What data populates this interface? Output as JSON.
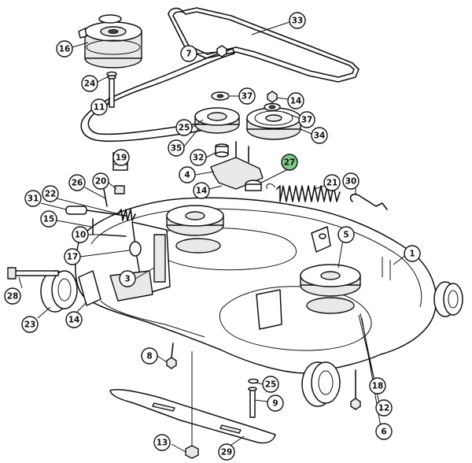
{
  "diagram": {
    "highlight_color": "#7dc98a",
    "callouts": [
      {
        "id": "c33",
        "label": "33",
        "highlight": false
      },
      {
        "id": "c16",
        "label": "16",
        "highlight": false
      },
      {
        "id": "c7",
        "label": "7",
        "highlight": false
      },
      {
        "id": "c24",
        "label": "24",
        "highlight": false
      },
      {
        "id": "c11",
        "label": "11",
        "highlight": false
      },
      {
        "id": "c37a",
        "label": "37",
        "highlight": false
      },
      {
        "id": "c14a",
        "label": "14",
        "highlight": false
      },
      {
        "id": "c37b",
        "label": "37",
        "highlight": false
      },
      {
        "id": "c25a",
        "label": "25",
        "highlight": false
      },
      {
        "id": "c35",
        "label": "35",
        "highlight": false
      },
      {
        "id": "c34",
        "label": "34",
        "highlight": false
      },
      {
        "id": "c19",
        "label": "19",
        "highlight": false
      },
      {
        "id": "c32",
        "label": "32",
        "highlight": false
      },
      {
        "id": "c27",
        "label": "27",
        "highlight": true
      },
      {
        "id": "c4",
        "label": "4",
        "highlight": false
      },
      {
        "id": "c26",
        "label": "26",
        "highlight": false
      },
      {
        "id": "c20",
        "label": "20",
        "highlight": false
      },
      {
        "id": "c21",
        "label": "21",
        "highlight": false
      },
      {
        "id": "c30",
        "label": "30",
        "highlight": false
      },
      {
        "id": "c31",
        "label": "31",
        "highlight": false
      },
      {
        "id": "c22",
        "label": "22",
        "highlight": false
      },
      {
        "id": "c14b",
        "label": "14",
        "highlight": false
      },
      {
        "id": "c15",
        "label": "15",
        "highlight": false
      },
      {
        "id": "c5",
        "label": "5",
        "highlight": false
      },
      {
        "id": "c10",
        "label": "10",
        "highlight": false
      },
      {
        "id": "c1",
        "label": "1",
        "highlight": false
      },
      {
        "id": "c17",
        "label": "17",
        "highlight": false
      },
      {
        "id": "c3",
        "label": "3",
        "highlight": false
      },
      {
        "id": "c28",
        "label": "28",
        "highlight": false
      },
      {
        "id": "c23",
        "label": "23",
        "highlight": false
      },
      {
        "id": "c14c",
        "label": "14",
        "highlight": false
      },
      {
        "id": "c8",
        "label": "8",
        "highlight": false
      },
      {
        "id": "c25b",
        "label": "25",
        "highlight": false
      },
      {
        "id": "c18",
        "label": "18",
        "highlight": false
      },
      {
        "id": "c9",
        "label": "9",
        "highlight": false
      },
      {
        "id": "c12",
        "label": "12",
        "highlight": false
      },
      {
        "id": "c6",
        "label": "6",
        "highlight": false
      },
      {
        "id": "c13",
        "label": "13",
        "highlight": false
      },
      {
        "id": "c29",
        "label": "29",
        "highlight": false
      }
    ]
  }
}
